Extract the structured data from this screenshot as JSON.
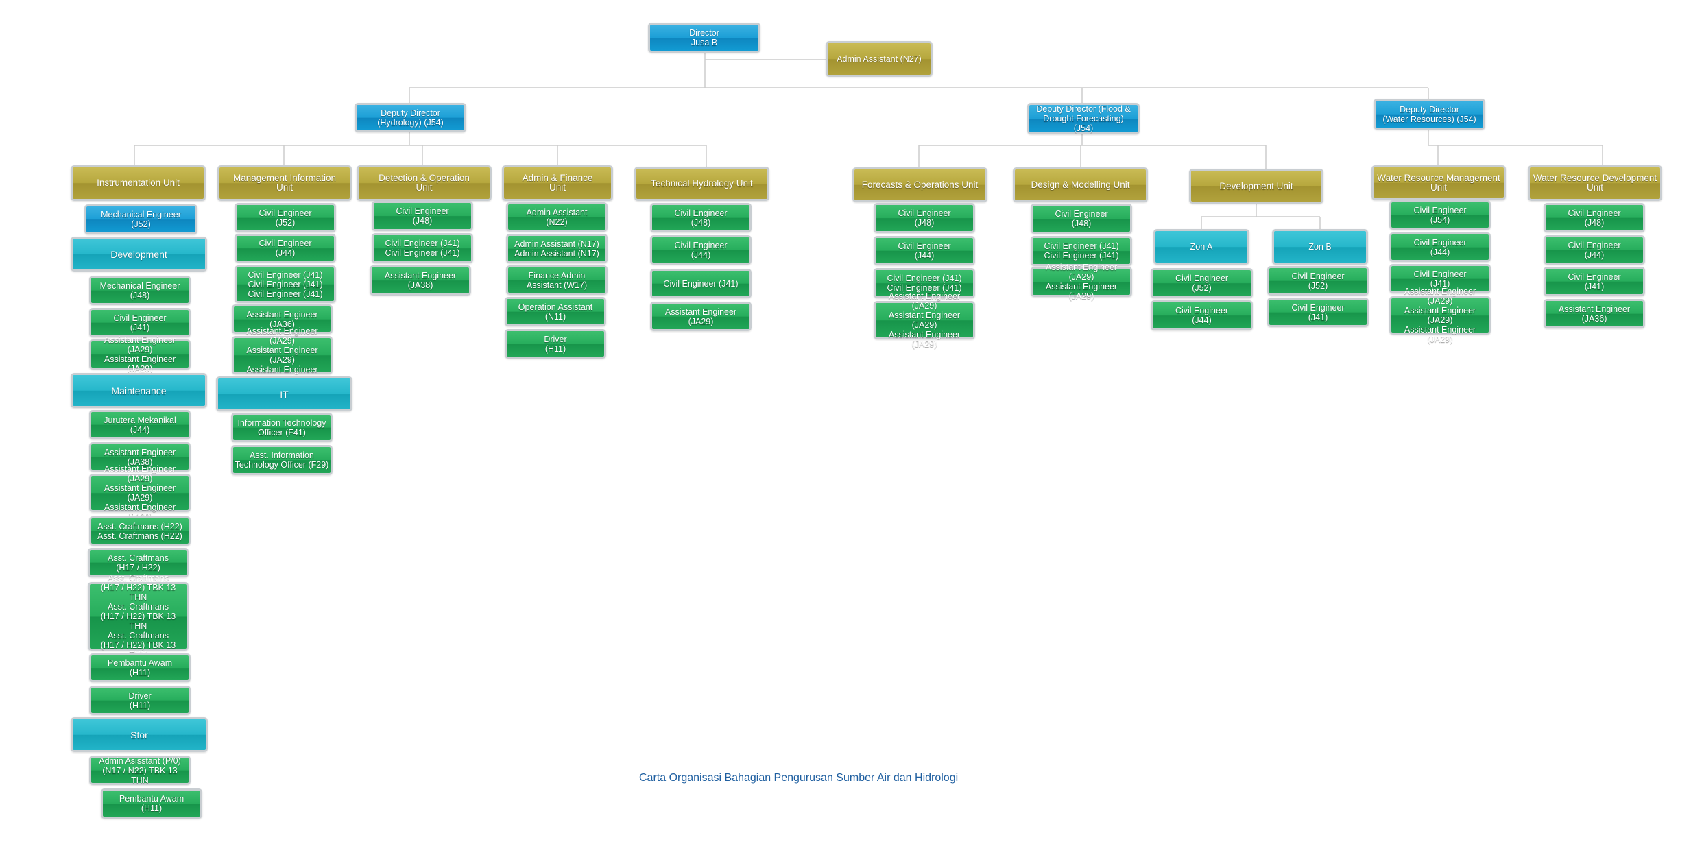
{
  "caption": "Carta Organisasi Bahagian Pengurusan Sumber Air dan Hidrologi",
  "colors": {
    "blue": "#1c9fd6",
    "gold": "#b6a73d",
    "teal": "#26b7cb",
    "green": "#27ad5c",
    "line": "#cccccc",
    "caption": "#1f5fa0"
  },
  "nodes": {
    "director": "Director\nJusa B",
    "admin_assistant_n27": "Admin Assistant (N27)",
    "deputy_hydrology": "Deputy Director\n(Hydrology) (J54)",
    "deputy_flood": "Deputy Director (Flood &\nDrought Forecasting)\n(J54)",
    "deputy_water": "Deputy Director\n(Water Resources) (J54)",
    "instrumentation_unit": "Instrumentation Unit",
    "inst_mech_eng_j52": "Mechanical Engineer\n(J52)",
    "inst_development": "Development",
    "inst_dev_mech_j48": "Mechanical Engineer\n(J48)",
    "inst_dev_civil_j41": "Civil Engineer\n(J41)",
    "inst_dev_asst_ja29": "Assistant Engineer (JA29)\nAssistant Engineer  (JA29)",
    "inst_maintenance": "Maintenance",
    "inst_maint_jurutera": "Jurutera Mekanikal\n(J44)",
    "inst_maint_asst_ja38": "Assistant Engineer\n(JA38)",
    "inst_maint_asst_ja29": "Assistant Engineer (JA29)\nAssistant Engineer (JA29)\nAssistant Engineer (JA29)",
    "inst_maint_craft_h22": "Asst. Craftmans (H22)\nAsst. Craftmans (H22)",
    "inst_maint_craft_h17": "Asst. Craftmans\n(H17 / H22)",
    "inst_maint_craft_tbk": "Asst. Craftmans\n(H17 / H22) TBK 13 THN\nAsst. Craftmans\n(H17 / H22) TBK 13 THN\nAsst. Craftmans\n(H17 / H22) TBK 13 THN",
    "inst_maint_pembantu": "Pembantu Awam\n(H11)",
    "inst_maint_driver": "Driver\n(H11)",
    "inst_stor": "Stor",
    "inst_stor_admin": "Admin Asisstant  (P/0)\n(N17 / N22) TBK 13 THN",
    "inst_stor_pembantu": "Pembantu Awam\n(H11)",
    "mis_unit": "Management Information\nUnit",
    "mis_civil_j52": "Civil Engineer\n(J52)",
    "mis_civil_j44": "Civil Engineer\n(J44)",
    "mis_civil_j41": "Civil Engineer (J41)\nCivil Engineer (J41)\nCivil Engineer (J41)",
    "mis_asst_ja36": "Assistant Engineer\n(JA36)",
    "mis_asst_ja29": "Assistant Engineer (JA29)\nAssistant Engineer (JA29)\nAssistant Engineer (JA29)",
    "mis_it": "IT",
    "mis_it_officer": "Information Technology\nOfficer  (F41)",
    "mis_it_asst": "Asst. Information\nTechnology Officer (F29)",
    "detection_unit": "Detection & Operation\nUnit",
    "det_civil_j48": "Civil Engineer\n(J48)",
    "det_civil_j41": "Civil Engineer (J41)\nCivil Engineer (J41)",
    "det_asst_ja38": "Assistant Engineer\n(JA38)",
    "admin_unit": "Admin & Finance\nUnit",
    "adm_asst_n22": "Admin Assistant\n(N22)",
    "adm_asst_n17": "Admin Assistant (N17)\nAdmin Assistant (N17)",
    "adm_finance": "Finance Admin\nAssistant (W17)",
    "adm_operation": "Operation Assistant\n(N11)",
    "adm_driver": "Driver\n(H11)",
    "tech_hydro_unit": "Technical Hydrology Unit",
    "th_civil_j48": "Civil Engineer\n(J48)",
    "th_civil_j44": "Civil Engineer\n(J44)",
    "th_civil_j41": "Civil Engineer (J41)",
    "th_asst_ja29": "Assistant Engineer  (JA29)",
    "forecast_unit": "Forecasts & Operations Unit",
    "fo_civil_j48": "Civil Engineer\n(J48)",
    "fo_civil_j44": "Civil Engineer\n(J44)",
    "fo_civil_j41": "Civil Engineer (J41)\nCivil Engineer (J41)",
    "fo_asst_ja29": "Assistant Engineer  (JA29)\nAssistant Engineer  (JA29)\nAssistant Engineer  (JA29)",
    "design_unit": "Design & Modelling Unit",
    "dm_civil_j48": "Civil Engineer\n(J48)",
    "dm_civil_j41": "Civil Engineer (J41)\nCivil Engineer (J41)",
    "dm_asst_ja29": "Assistant Engineer  (JA29)\nAssistant Engineer  (JA29)",
    "devunit": "Development Unit",
    "zon_a": "Zon A",
    "za_civil_j52": "Civil Engineer\n(J52)",
    "za_civil_j44": "Civil Engineer\n(J44)",
    "zon_b": "Zon B",
    "zb_civil_j52": "Civil Engineer\n(J52)",
    "zb_civil_j41": "Civil Engineer\n(J41)",
    "wrm_unit": "Water Resource Management\nUnit",
    "wrm_civil_j54": "Civil Engineer\n(J54)",
    "wrm_civil_j44": "Civil Engineer\n(J44)",
    "wrm_civil_j41": "Civil Engineer\n(J41)",
    "wrm_asst_ja29": "Assistant Engineer  (JA29)\nAssistant Engineer  (JA29)\nAssistant Engineer  (JA29)",
    "wrd_unit": "Water Resource Development\nUnit",
    "wrd_civil_j48": "Civil Engineer\n(J48)",
    "wrd_civil_j44": "Civil Engineer\n(J44)",
    "wrd_civil_j41": "Civil Engineer\n(J41)",
    "wrd_asst_ja36": "Assistant Engineer\n(JA36)"
  }
}
